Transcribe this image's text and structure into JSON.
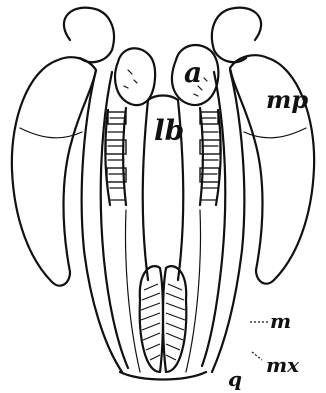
{
  "labels": {
    "a": "a",
    "lb": "lb",
    "mp": "mp",
    "m": "m",
    "mx": "mx",
    "q": "q"
  },
  "colors": {
    "ink": "#111111",
    "background": "#ffffff"
  }
}
